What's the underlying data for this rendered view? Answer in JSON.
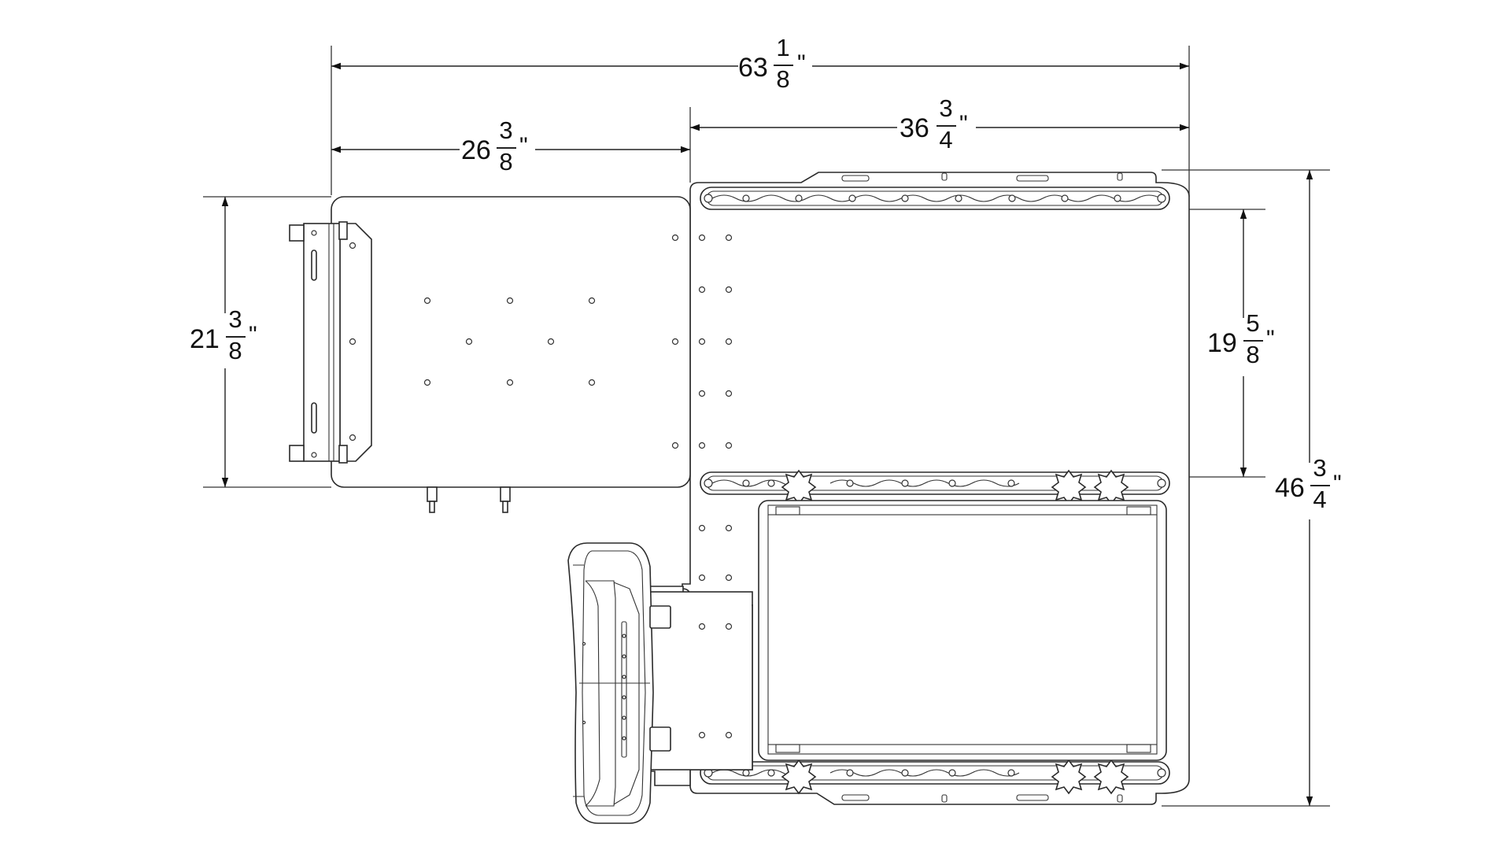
{
  "dimensions": {
    "overall_width": {
      "whole": "63",
      "num": "1",
      "den": "8",
      "unit": "\""
    },
    "left_plate_width": {
      "whole": "26",
      "num": "3",
      "den": "8",
      "unit": "\""
    },
    "right_plate_width": {
      "whole": "36",
      "num": "3",
      "den": "4",
      "unit": "\""
    },
    "left_plate_height": {
      "whole": "21",
      "num": "3",
      "den": "8",
      "unit": "\""
    },
    "upper_bay_height": {
      "whole": "19",
      "num": "5",
      "den": "8",
      "unit": "\""
    },
    "overall_height": {
      "whole": "46",
      "num": "3",
      "den": "4",
      "unit": "\""
    }
  },
  "colors": {
    "line": "#222222",
    "text": "#111111",
    "background": "#ffffff"
  }
}
